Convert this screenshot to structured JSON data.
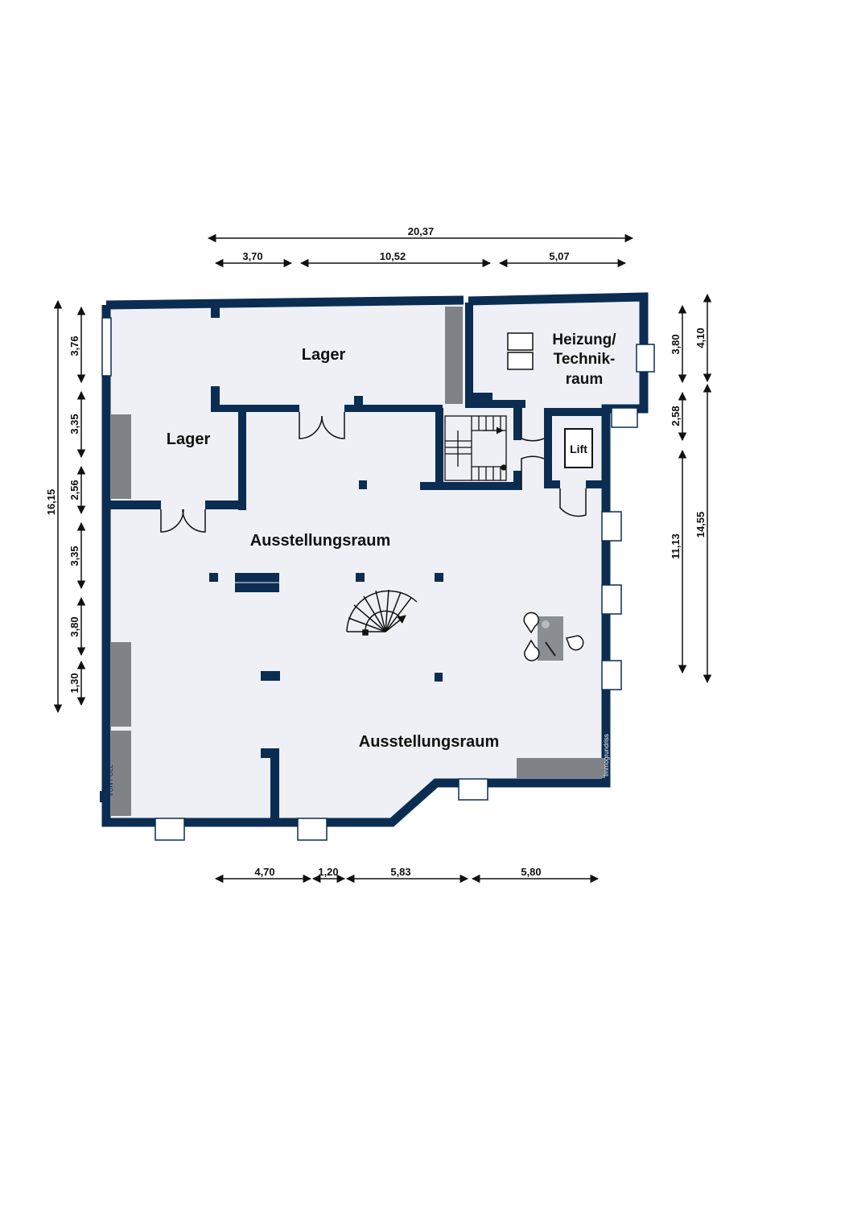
{
  "rooms": {
    "lager_top": "Lager",
    "lager_left": "Lager",
    "heizung_line1": "Heizung/",
    "heizung_line2": "Technik-",
    "heizung_line3": "raum",
    "lift": "Lift",
    "ausstellung_1": "Ausstellungsraum",
    "ausstellung_2": "Ausstellungsraum"
  },
  "dimensions": {
    "top_total": "20,37",
    "top_1": "3,70",
    "top_2": "10,52",
    "top_3": "5,07",
    "left_total": "16,15",
    "left_1": "3,76",
    "left_2": "3,35",
    "left_3": "2,56",
    "left_4": "3,35",
    "left_5": "3,80",
    "left_6": "1,30",
    "right_1": "3,80",
    "right_2": "2,58",
    "right_3": "11,13",
    "right_outer_1": "4,10",
    "right_outer_2": "14,55",
    "bottom_1": "4,70",
    "bottom_2": "1,20",
    "bottom_3": "5,83",
    "bottom_4": "5,80"
  },
  "watermark": "Immogrundriss",
  "logo": "VON POLL",
  "colors": {
    "wall": "#0b2d52",
    "floor": "#eef0f5",
    "furniture": "#7f8287"
  }
}
